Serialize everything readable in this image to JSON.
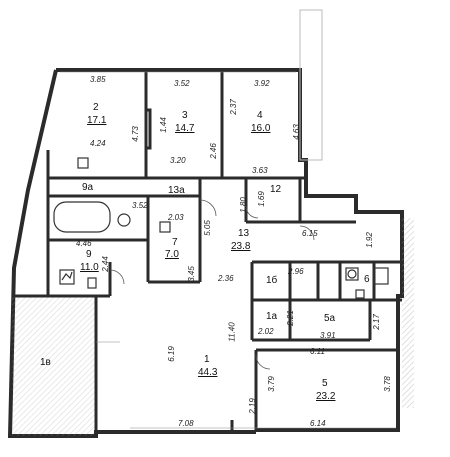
{
  "plan": {
    "rooms": [
      {
        "id": "2",
        "area": "17.1"
      },
      {
        "id": "3",
        "area": "14.7"
      },
      {
        "id": "4",
        "area": "16.0"
      },
      {
        "id": "9a",
        "area": ""
      },
      {
        "id": "13a",
        "area": ""
      },
      {
        "id": "12",
        "area": ""
      },
      {
        "id": "13",
        "area": "23.8"
      },
      {
        "id": "7",
        "area": "7.0"
      },
      {
        "id": "9",
        "area": "11.0"
      },
      {
        "id": "1б",
        "area": ""
      },
      {
        "id": "6",
        "area": ""
      },
      {
        "id": "1a",
        "area": ""
      },
      {
        "id": "5a",
        "area": ""
      },
      {
        "id": "1",
        "area": "44.3"
      },
      {
        "id": "5",
        "area": "23.2"
      },
      {
        "id": "1в",
        "area": ""
      }
    ],
    "dimensions": {
      "d_385": "3.85",
      "d_352_top": "3.52",
      "d_392": "3.92",
      "d_473": "4.73",
      "d_144": "1.44",
      "d_237": "2.37",
      "d_463": "4.63",
      "d_424": "4.24",
      "d_320": "3.20",
      "d_246": "2.46",
      "d_363": "3.63",
      "d_352_mid": "3.52",
      "d_203": "2.03",
      "d_180": "1.80",
      "d_169": "1.69",
      "d_505": "5.05",
      "d_615": "6.15",
      "d_192": "1.92",
      "d_345": "3.45",
      "d_446": "4.46",
      "d_244": "2.44",
      "d_236": "2.36",
      "d_296": "2.96",
      "d_1140": "11.40",
      "d_221": "2.21",
      "d_202": "2.02",
      "d_391": "3.91",
      "d_217": "2.17",
      "d_619": "6.19",
      "d_611": "6.11",
      "d_379": "3.79",
      "d_378": "3.78",
      "d_219": "2.19",
      "d_708": "7.08",
      "d_614": "6.14"
    },
    "colors": {
      "wall": "#2b2b2b",
      "hatch": "#9a9a9a",
      "paper": "#ffffff"
    }
  }
}
